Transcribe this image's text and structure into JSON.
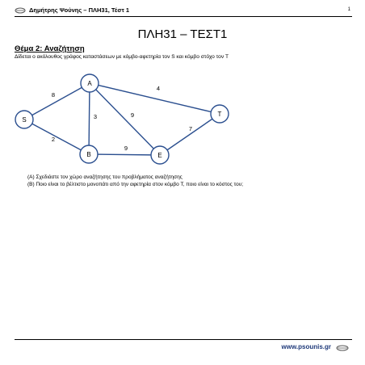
{
  "header": {
    "title": "Δημήτρης Ψούνης – ΠΛΗ31, Τέστ 1",
    "page_number": "1"
  },
  "document": {
    "title": "ΠΛΗ31 – ΤΕΣΤ1",
    "section_title": "Θέμα 2: Αναζήτηση",
    "intro": "Δίδεται ο ακόλουθος γράφος καταστάσεων με κόμβο-αφετηρία τον S και κόμβο στόχο τον T",
    "questions": [
      "(A) Σχεδιάστε τον χώρο αναζήτησης του προβλήματος αναζήτησης",
      "(B) Ποιο είναι το βέλτιστο μονοπάτι από την αφετηρία στον κόμβο T, ποιο είναι το κόστος του;"
    ]
  },
  "graph": {
    "nodes": [
      {
        "id": "S",
        "label": "S"
      },
      {
        "id": "A",
        "label": "A"
      },
      {
        "id": "B",
        "label": "B"
      },
      {
        "id": "E",
        "label": "E"
      },
      {
        "id": "T",
        "label": "T"
      }
    ],
    "edges": [
      {
        "from": "S",
        "to": "A",
        "weight": "8"
      },
      {
        "from": "S",
        "to": "B",
        "weight": "2"
      },
      {
        "from": "A",
        "to": "B",
        "weight": "3"
      },
      {
        "from": "A",
        "to": "E",
        "weight": "9"
      },
      {
        "from": "A",
        "to": "T",
        "weight": "4"
      },
      {
        "from": "B",
        "to": "E",
        "weight": "9"
      },
      {
        "from": "E",
        "to": "T",
        "weight": "7"
      }
    ]
  },
  "footer": {
    "website": "www.psounis.gr"
  }
}
